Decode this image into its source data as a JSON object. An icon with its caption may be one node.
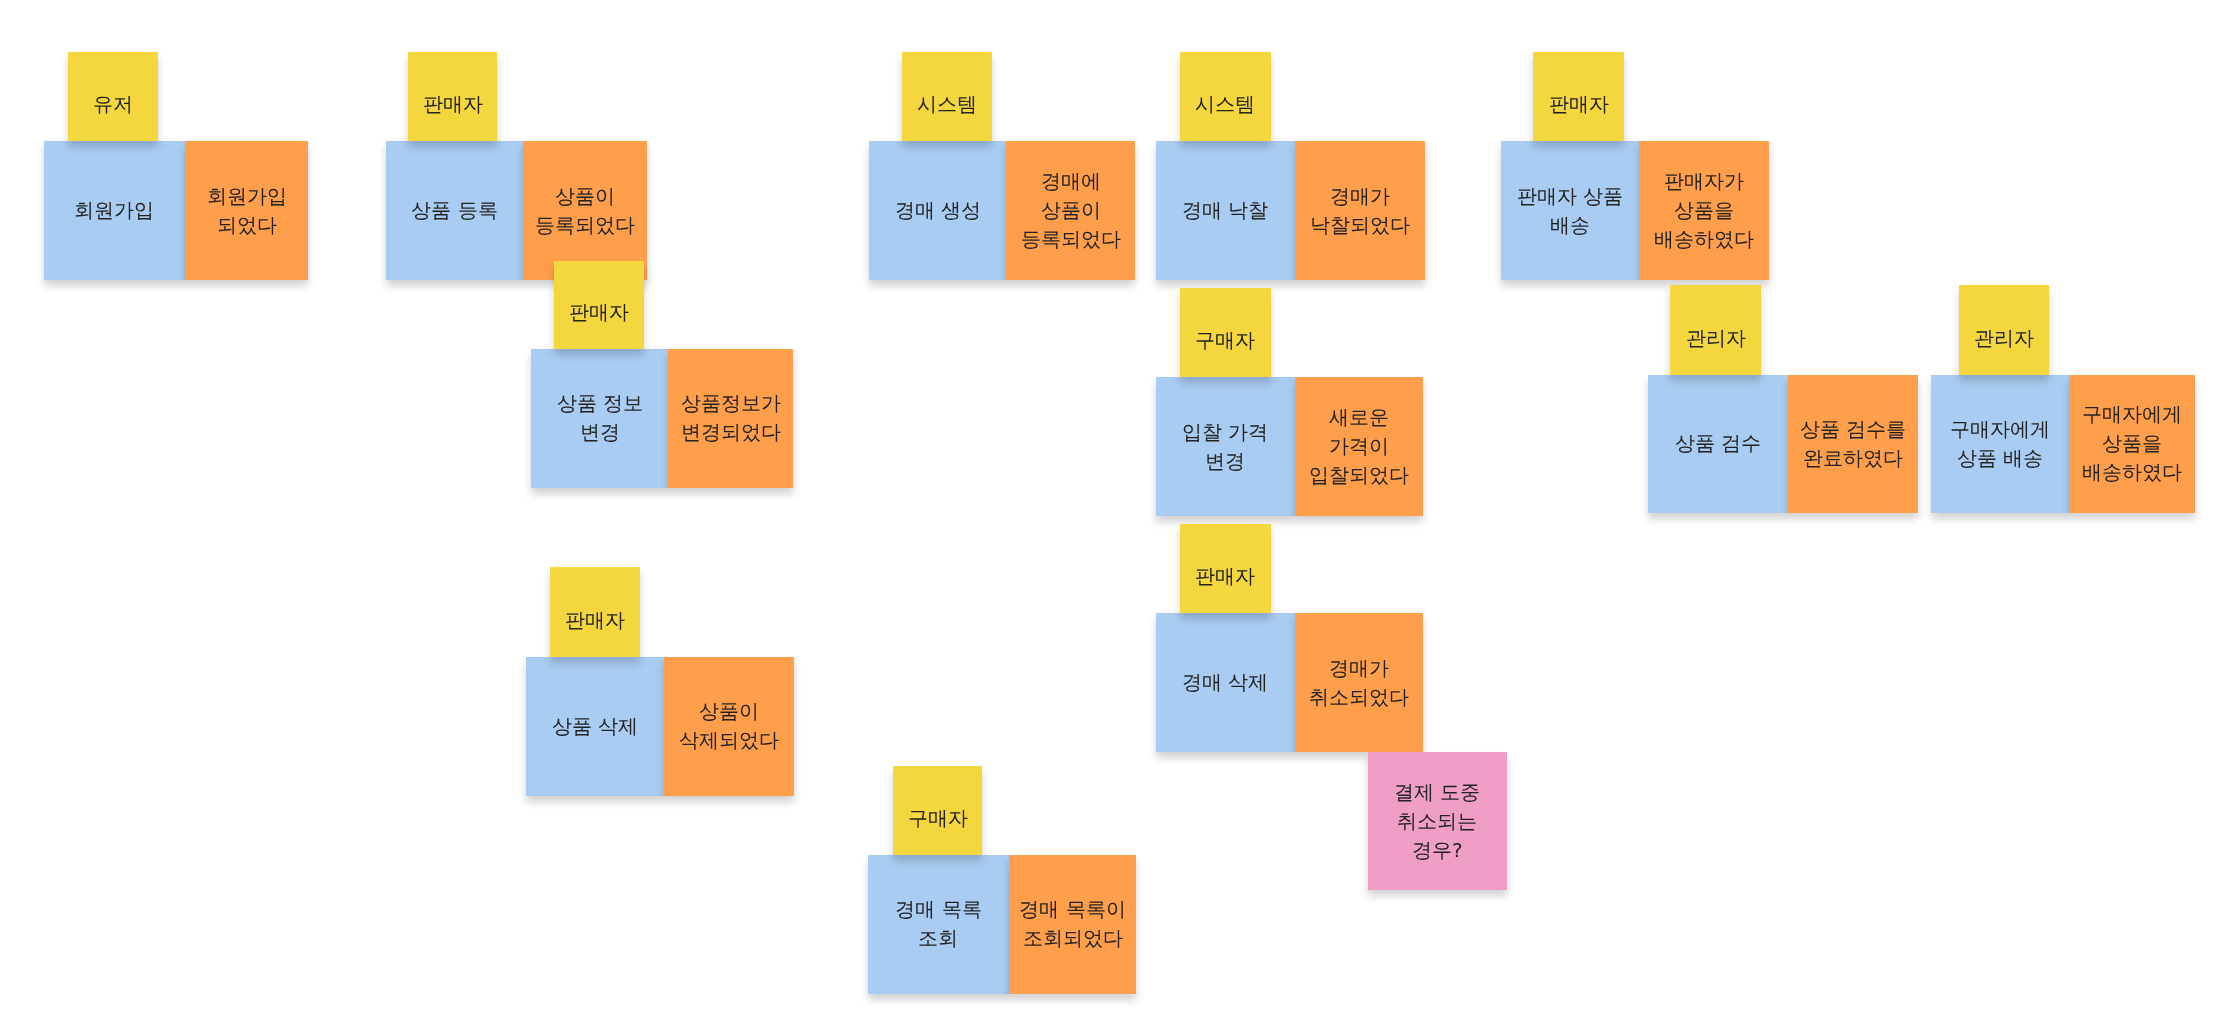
{
  "diagram": {
    "nodes": [
      {
        "text": [
          "유저"
        ]
      },
      {
        "text": [
          "회원가입"
        ]
      },
      {
        "text": [
          "회원가입 되었다"
        ]
      },
      {
        "text": [
          "판매자"
        ]
      },
      {
        "text": [
          "상품 등록"
        ]
      },
      {
        "text": [
          "상품이 등록되었다"
        ]
      },
      {
        "text": [
          "시스템"
        ]
      },
      {
        "text": [
          "경매 생성"
        ]
      },
      {
        "text": [
          "경매에 상품이 등록되었다"
        ]
      },
      {
        "text": [
          "시스템"
        ]
      },
      {
        "text": [
          "경매 낙찰"
        ]
      },
      {
        "text": [
          "경매가 낙찰되었다"
        ]
      },
      {
        "text": [
          "판매자"
        ]
      },
      {
        "text": [
          "판매자 상품 배송"
        ]
      },
      {
        "text": [
          "판매자가 상품을 배송하였다"
        ]
      },
      {
        "text": [
          "판매자"
        ]
      },
      {
        "text": [
          "상품 정보 변경"
        ]
      },
      {
        "text": [
          "상품정보가 변경되었다"
        ]
      },
      {
        "text": [
          "구매자"
        ]
      },
      {
        "text": [
          "입찰 가격 변경"
        ]
      },
      {
        "text": [
          "새로운 가격이 입찰되었다"
        ]
      },
      {
        "text": [
          "관리자"
        ]
      },
      {
        "text": [
          "상품 검수"
        ]
      },
      {
        "text": [
          "상품 검수를 완료하였다"
        ]
      },
      {
        "text": [
          "관리자"
        ]
      },
      {
        "text": [
          "구매자에게 상품 배송"
        ]
      },
      {
        "text": [
          "구매자에게 상품을 배송하였다"
        ]
      },
      {
        "text": [
          "판매자"
        ]
      },
      {
        "text": [
          "상품 삭제"
        ]
      },
      {
        "text": [
          "상품이 삭제되었다"
        ]
      },
      {
        "text": [
          "판매자"
        ]
      },
      {
        "text": [
          "경매 삭제"
        ]
      },
      {
        "text": [
          "경매가 취소되었다"
        ]
      },
      {
        "text": [
          "결제 도중 취소되는 경우?"
        ]
      },
      {
        "text": [
          "구매자"
        ]
      },
      {
        "text": [
          "경매 목록 조회"
        ]
      },
      {
        "text": [
          "경매 목록이 조회되었다"
        ]
      }
    ]
  }
}
